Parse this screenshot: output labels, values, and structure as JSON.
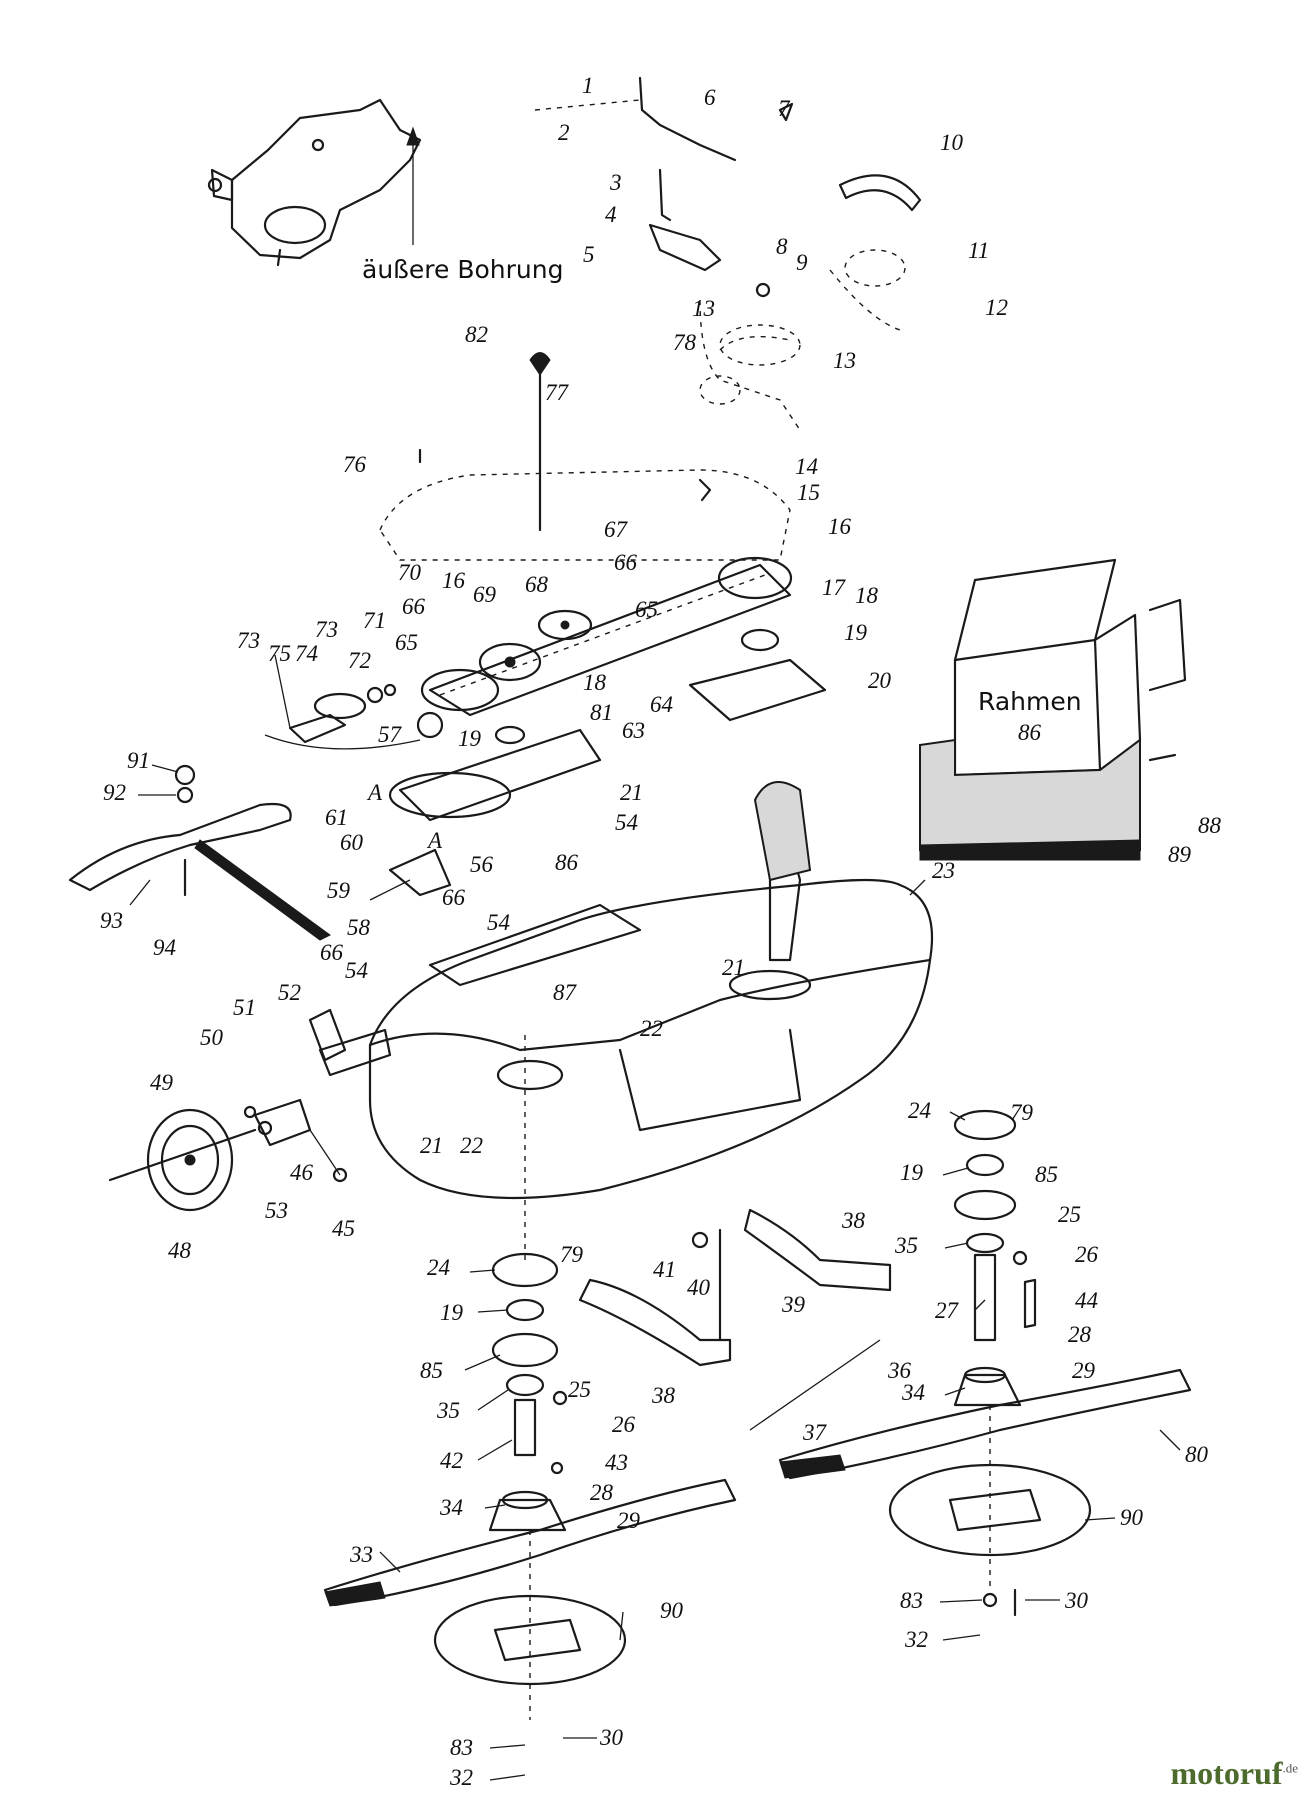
{
  "labels": {
    "hole_note": "äußere Bohrung",
    "frame": "Rahmen"
  },
  "callouts": [
    {
      "id": "c1",
      "text": "1"
    },
    {
      "id": "c2",
      "text": "2"
    },
    {
      "id": "c3",
      "text": "3"
    },
    {
      "id": "c4",
      "text": "4"
    },
    {
      "id": "c5",
      "text": "5"
    },
    {
      "id": "c6",
      "text": "6"
    },
    {
      "id": "c7",
      "text": "7"
    },
    {
      "id": "c8",
      "text": "8"
    },
    {
      "id": "c9",
      "text": "9"
    },
    {
      "id": "c10",
      "text": "10"
    },
    {
      "id": "c11",
      "text": "11"
    },
    {
      "id": "c12",
      "text": "12"
    },
    {
      "id": "c13a",
      "text": "13"
    },
    {
      "id": "c13b",
      "text": "13"
    },
    {
      "id": "c14",
      "text": "14"
    },
    {
      "id": "c15",
      "text": "15"
    },
    {
      "id": "c16a",
      "text": "16"
    },
    {
      "id": "c16b",
      "text": "16"
    },
    {
      "id": "c17",
      "text": "17"
    },
    {
      "id": "c18a",
      "text": "18"
    },
    {
      "id": "c18b",
      "text": "18"
    },
    {
      "id": "c19a",
      "text": "19"
    },
    {
      "id": "c19b",
      "text": "19"
    },
    {
      "id": "c19c",
      "text": "19"
    },
    {
      "id": "c19d",
      "text": "19"
    },
    {
      "id": "c20",
      "text": "20"
    },
    {
      "id": "c21a",
      "text": "21"
    },
    {
      "id": "c21b",
      "text": "21"
    },
    {
      "id": "c21c",
      "text": "21"
    },
    {
      "id": "c22a",
      "text": "22"
    },
    {
      "id": "c22b",
      "text": "22"
    },
    {
      "id": "c23",
      "text": "23"
    },
    {
      "id": "c24a",
      "text": "24"
    },
    {
      "id": "c24b",
      "text": "24"
    },
    {
      "id": "c25a",
      "text": "25"
    },
    {
      "id": "c25b",
      "text": "25"
    },
    {
      "id": "c26a",
      "text": "26"
    },
    {
      "id": "c26b",
      "text": "26"
    },
    {
      "id": "c27",
      "text": "27"
    },
    {
      "id": "c28a",
      "text": "28"
    },
    {
      "id": "c28b",
      "text": "28"
    },
    {
      "id": "c29a",
      "text": "29"
    },
    {
      "id": "c29b",
      "text": "29"
    },
    {
      "id": "c30a",
      "text": "30"
    },
    {
      "id": "c30b",
      "text": "30"
    },
    {
      "id": "c32a",
      "text": "32"
    },
    {
      "id": "c32b",
      "text": "32"
    },
    {
      "id": "c33",
      "text": "33"
    },
    {
      "id": "c34a",
      "text": "34"
    },
    {
      "id": "c34b",
      "text": "34"
    },
    {
      "id": "c35a",
      "text": "35"
    },
    {
      "id": "c35b",
      "text": "35"
    },
    {
      "id": "c36",
      "text": "36"
    },
    {
      "id": "c37",
      "text": "37"
    },
    {
      "id": "c38a",
      "text": "38"
    },
    {
      "id": "c38b",
      "text": "38"
    },
    {
      "id": "c39",
      "text": "39"
    },
    {
      "id": "c40",
      "text": "40"
    },
    {
      "id": "c41",
      "text": "41"
    },
    {
      "id": "c42",
      "text": "42"
    },
    {
      "id": "c43",
      "text": "43"
    },
    {
      "id": "c44",
      "text": "44"
    },
    {
      "id": "c45",
      "text": "45"
    },
    {
      "id": "c46",
      "text": "46"
    },
    {
      "id": "c48",
      "text": "48"
    },
    {
      "id": "c49",
      "text": "49"
    },
    {
      "id": "c50",
      "text": "50"
    },
    {
      "id": "c51",
      "text": "51"
    },
    {
      "id": "c52",
      "text": "52"
    },
    {
      "id": "c53",
      "text": "53"
    },
    {
      "id": "c54a",
      "text": "54"
    },
    {
      "id": "c54b",
      "text": "54"
    },
    {
      "id": "c54c",
      "text": "54"
    },
    {
      "id": "c56",
      "text": "56"
    },
    {
      "id": "c57",
      "text": "57"
    },
    {
      "id": "c58",
      "text": "58"
    },
    {
      "id": "c59",
      "text": "59"
    },
    {
      "id": "c60",
      "text": "60"
    },
    {
      "id": "c61",
      "text": "61"
    },
    {
      "id": "c63",
      "text": "63"
    },
    {
      "id": "c64",
      "text": "64"
    },
    {
      "id": "c65a",
      "text": "65"
    },
    {
      "id": "c65b",
      "text": "65"
    },
    {
      "id": "c66a",
      "text": "66"
    },
    {
      "id": "c66b",
      "text": "66"
    },
    {
      "id": "c66c",
      "text": "66"
    },
    {
      "id": "c66d",
      "text": "66"
    },
    {
      "id": "c67",
      "text": "67"
    },
    {
      "id": "c68",
      "text": "68"
    },
    {
      "id": "c69",
      "text": "69"
    },
    {
      "id": "c70",
      "text": "70"
    },
    {
      "id": "c71",
      "text": "71"
    },
    {
      "id": "c72",
      "text": "72"
    },
    {
      "id": "c73a",
      "text": "73"
    },
    {
      "id": "c73b",
      "text": "73"
    },
    {
      "id": "c74",
      "text": "74"
    },
    {
      "id": "c75",
      "text": "75"
    },
    {
      "id": "c76",
      "text": "76"
    },
    {
      "id": "c77",
      "text": "77"
    },
    {
      "id": "c78",
      "text": "78"
    },
    {
      "id": "c79a",
      "text": "79"
    },
    {
      "id": "c79b",
      "text": "79"
    },
    {
      "id": "c80",
      "text": "80"
    },
    {
      "id": "c81",
      "text": "81"
    },
    {
      "id": "c82",
      "text": "82"
    },
    {
      "id": "c83a",
      "text": "83"
    },
    {
      "id": "c83b",
      "text": "83"
    },
    {
      "id": "c85a",
      "text": "85"
    },
    {
      "id": "c85b",
      "text": "85"
    },
    {
      "id": "c86a",
      "text": "86"
    },
    {
      "id": "c86b",
      "text": "86"
    },
    {
      "id": "c87",
      "text": "87"
    },
    {
      "id": "c88",
      "text": "88"
    },
    {
      "id": "c89",
      "text": "89"
    },
    {
      "id": "c90a",
      "text": "90"
    },
    {
      "id": "c90b",
      "text": "90"
    },
    {
      "id": "c91",
      "text": "91"
    },
    {
      "id": "c92",
      "text": "92"
    },
    {
      "id": "c93",
      "text": "93"
    },
    {
      "id": "c94",
      "text": "94"
    },
    {
      "id": "cAa",
      "text": "A"
    },
    {
      "id": "cAb",
      "text": "A"
    }
  ],
  "brand": {
    "name_a": "motoruf",
    "name_b": "",
    "suffix": ".de"
  }
}
